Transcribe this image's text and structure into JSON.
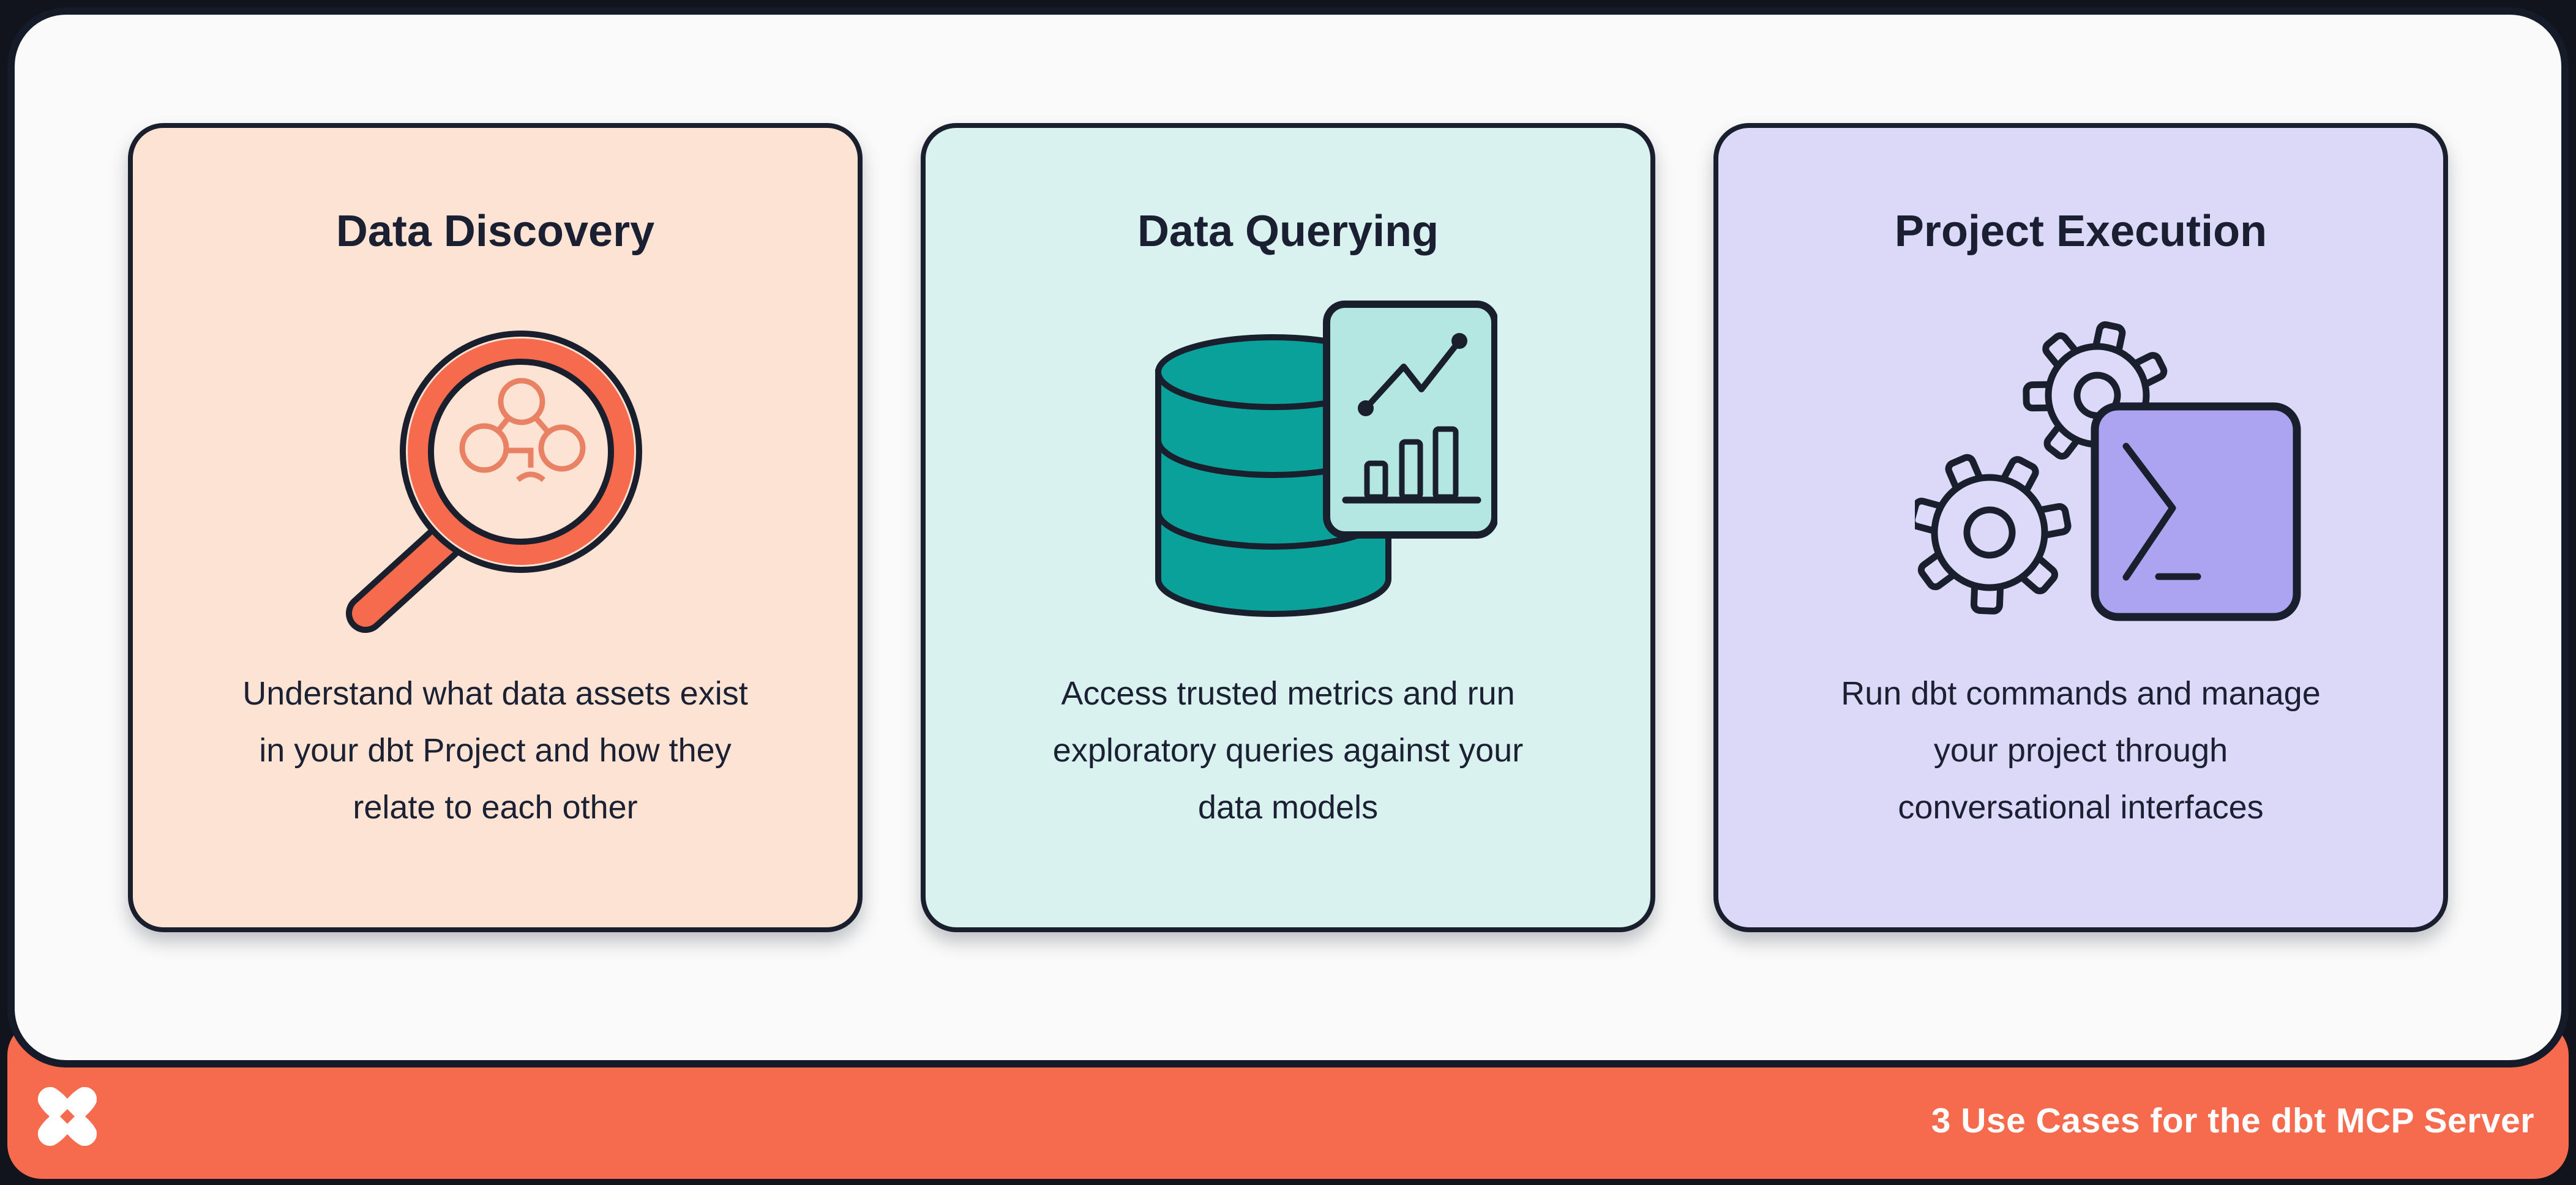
{
  "cards": [
    {
      "title": "Data Discovery",
      "body": "Understand what data assets exist\nin your dbt Project and how they\nrelate to each other",
      "icon": "magnifier-lineage-icon",
      "bg": "#FCE3D3"
    },
    {
      "title": "Data Querying",
      "body": "Access trusted metrics and run\nexploratory queries against your\ndata models",
      "icon": "database-chart-icon",
      "bg": "#D9F2EF"
    },
    {
      "title": "Project Execution",
      "body": "Run dbt commands and manage\nyour project through\nconversational interfaces",
      "icon": "gears-terminal-icon",
      "bg": "#DBD8F8"
    }
  ],
  "footer": {
    "title": "3 Use Cases for the dbt MCP Server",
    "logo": "dbt-logo",
    "bg": "#F66A4D",
    "text_color": "#FFFFFF"
  },
  "colors": {
    "page_background": "#11141D",
    "panel_background": "#FAFAFA",
    "outline_dark_navy": "#1A1F2E",
    "text_dark_navy": "#1B2133",
    "accent_orange": "#F66A4D",
    "lineage_orange": "#E98265",
    "database_teal": "#0AA19A",
    "chart_card_aqua": "#B4E6E2",
    "terminal_purple": "#ACA4F1",
    "gear_lavender": "#DDDAF9"
  }
}
